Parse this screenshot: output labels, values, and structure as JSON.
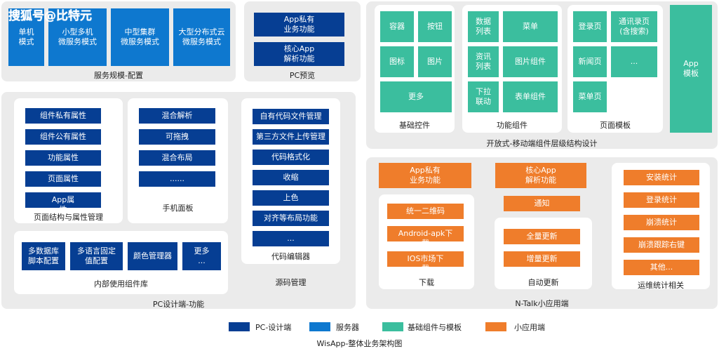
{
  "watermark": "搜狐号@比特元",
  "server": {
    "caption": "服务规模-配置",
    "boxes": [
      "单机\n模式",
      "小型多机\n微服务模式",
      "中型集群\n微服务模式",
      "大型分布式云\n微服务模式"
    ]
  },
  "pc_preview": {
    "caption": "PC预览",
    "boxes": [
      "App私有\n业务功能",
      "核心App\n解析功能"
    ]
  },
  "open_mobile": {
    "caption": "开放式-移动端组件层级结构设计",
    "basic": {
      "caption": "基础控件",
      "items": [
        "容器",
        "按钮",
        "图标",
        "图片",
        "更多"
      ]
    },
    "functional": {
      "caption": "功能组件",
      "items": [
        "数据\n列表",
        "菜单",
        "资讯\n列表",
        "图片组件",
        "下拉\n联动",
        "表单组件"
      ]
    },
    "page_templates": {
      "caption": "页面模板",
      "items": [
        "登录页",
        "通讯录页\n(含搜索)",
        "新闻页",
        "...",
        "菜单页"
      ]
    },
    "app_template": "App\n模板"
  },
  "pc_design": {
    "caption": "PC设计端-功能",
    "page_structure": {
      "caption": "页面结构与属性管理",
      "items": [
        "组件私有属性",
        "组件公有属性",
        "功能属性",
        "页面属性",
        "App属\n性"
      ]
    },
    "phone_panel": {
      "caption": "手机面板",
      "items": [
        "混合解析",
        "可拖拽",
        "混合布局",
        "......"
      ]
    },
    "internal_lib": {
      "caption": "内部使用组件库",
      "items": [
        "多数据库\n脚本配置",
        "多语言固定\n值配置",
        "颜色管理器",
        "更多\n..."
      ]
    },
    "code_editor": {
      "caption": "代码编辑器",
      "items": [
        "自有代码文件管理",
        "第三方文件上传管理",
        "代码格式化",
        "收缩",
        "上色",
        "对齐等布局功能",
        "..."
      ]
    },
    "source_caption": "源码管理"
  },
  "ntalk": {
    "caption": "N-Talk小应用端",
    "top": [
      "App私有\n业务功能",
      "核心App\n解析功能"
    ],
    "download": {
      "caption": "下载",
      "items": [
        "统一二维码",
        "Android-apk下\n载",
        "IOS市场下\n载"
      ]
    },
    "auto_update": {
      "caption": "自动更新",
      "top": "通知",
      "items": [
        "全量更新",
        "增量更新"
      ]
    },
    "ops": {
      "caption": "运维统计相关",
      "items": [
        "安装统计",
        "登录统计",
        "崩溃统计",
        "崩溃跟踪右键",
        "其他..."
      ]
    }
  },
  "legend": [
    {
      "label": "PC-设计端",
      "color": "#063e93"
    },
    {
      "label": "服务器",
      "color": "#0e78cf"
    },
    {
      "label": "基础组件与模板",
      "color": "#3bbe9e"
    },
    {
      "label": "小应用端",
      "color": "#ef7d2b"
    }
  ],
  "footer": "WisApp-整体业务架构图"
}
